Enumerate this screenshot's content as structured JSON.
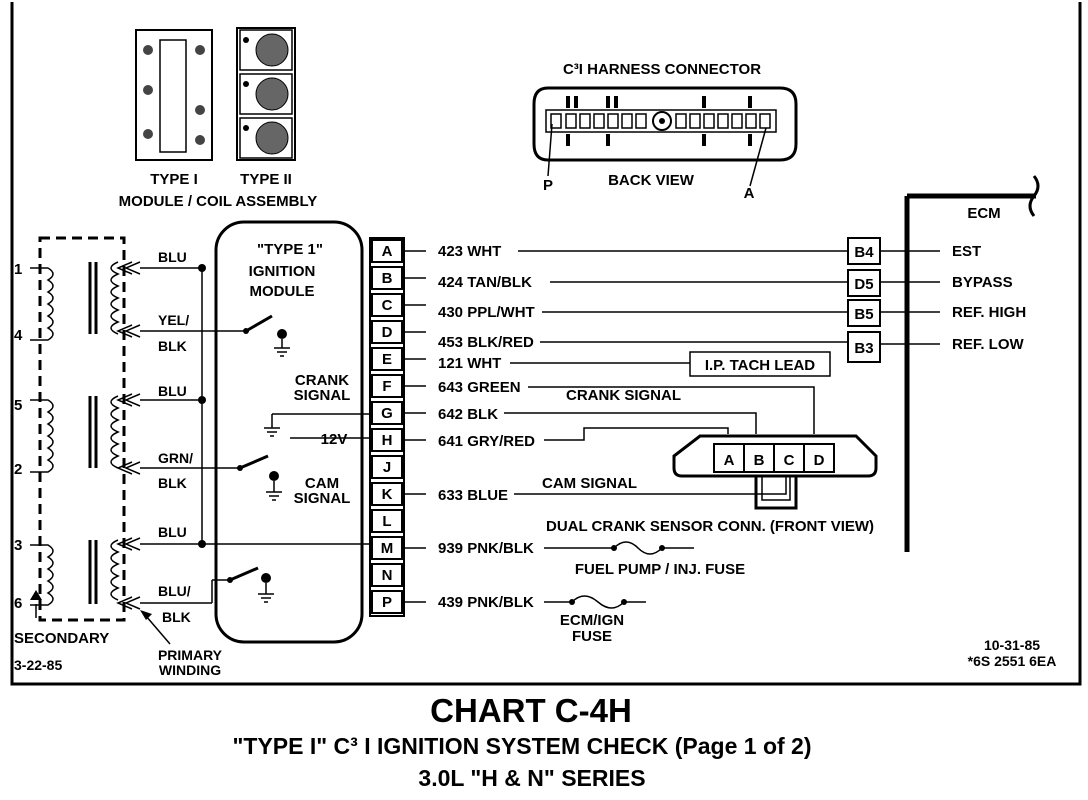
{
  "modules": {
    "type1_label": "TYPE I",
    "type2_label": "TYPE II",
    "assembly_label": "MODULE / COIL ASSEMBLY"
  },
  "harness": {
    "title": "C³I HARNESS CONNECTOR",
    "view": "BACK VIEW",
    "left_pin": "P",
    "right_pin": "A"
  },
  "coil": {
    "terminals": [
      "1",
      "4",
      "5",
      "2",
      "3",
      "6"
    ],
    "wires": [
      "BLU",
      "YEL/",
      "BLK",
      "BLU",
      "GRN/",
      "BLK",
      "BLU",
      "BLU/",
      "BLK"
    ],
    "secondary": "SECONDARY",
    "primary_line1": "PRIMARY",
    "primary_line2": "WINDING"
  },
  "module": {
    "title_line1": "\"TYPE 1\"",
    "title_line2": "IGNITION",
    "title_line3": "MODULE",
    "crank_line1": "CRANK",
    "crank_line2": "SIGNAL",
    "voltage": "12V",
    "cam_line1": "CAM",
    "cam_line2": "SIGNAL"
  },
  "pins": [
    "A",
    "B",
    "C",
    "D",
    "E",
    "F",
    "G",
    "H",
    "J",
    "K",
    "L",
    "M",
    "N",
    "P"
  ],
  "wire_labels": {
    "A": "423 WHT",
    "B": "424 TAN/BLK",
    "C": "430 PPL/WHT",
    "D": "453 BLK/RED",
    "E": "121 WHT",
    "F": "643 GREEN",
    "G": "642 BLK",
    "H": "641 GRY/RED",
    "K": "633 BLUE",
    "M": "939 PNK/BLK",
    "P": "439 PNK/BLK"
  },
  "ecm": {
    "label": "ECM",
    "pins": [
      "B4",
      "D5",
      "B5",
      "B3"
    ],
    "signals": [
      "EST",
      "BYPASS",
      "REF. HIGH",
      "REF. LOW"
    ]
  },
  "annotations": {
    "tach": "I.P. TACH LEAD",
    "crank_signal": "CRANK SIGNAL",
    "cam_signal": "CAM SIGNAL",
    "sensor_conn": "DUAL CRANK SENSOR CONN. (FRONT VIEW)",
    "sensor_pins": [
      "A",
      "B",
      "C",
      "D"
    ],
    "fuel_fuse": "FUEL PUMP / INJ. FUSE",
    "ecm_fuse_line1": "ECM/IGN",
    "ecm_fuse_line2": "FUSE"
  },
  "dates": {
    "left": "3-22-85",
    "right_date": "10-31-85",
    "right_code": "*6S 2551 6EA"
  },
  "title": {
    "line1": "CHART C-4H",
    "line2": "\"TYPE I\" C³ I IGNITION SYSTEM CHECK (Page 1 of 2)",
    "line3": "3.0L \"H & N\" SERIES"
  }
}
